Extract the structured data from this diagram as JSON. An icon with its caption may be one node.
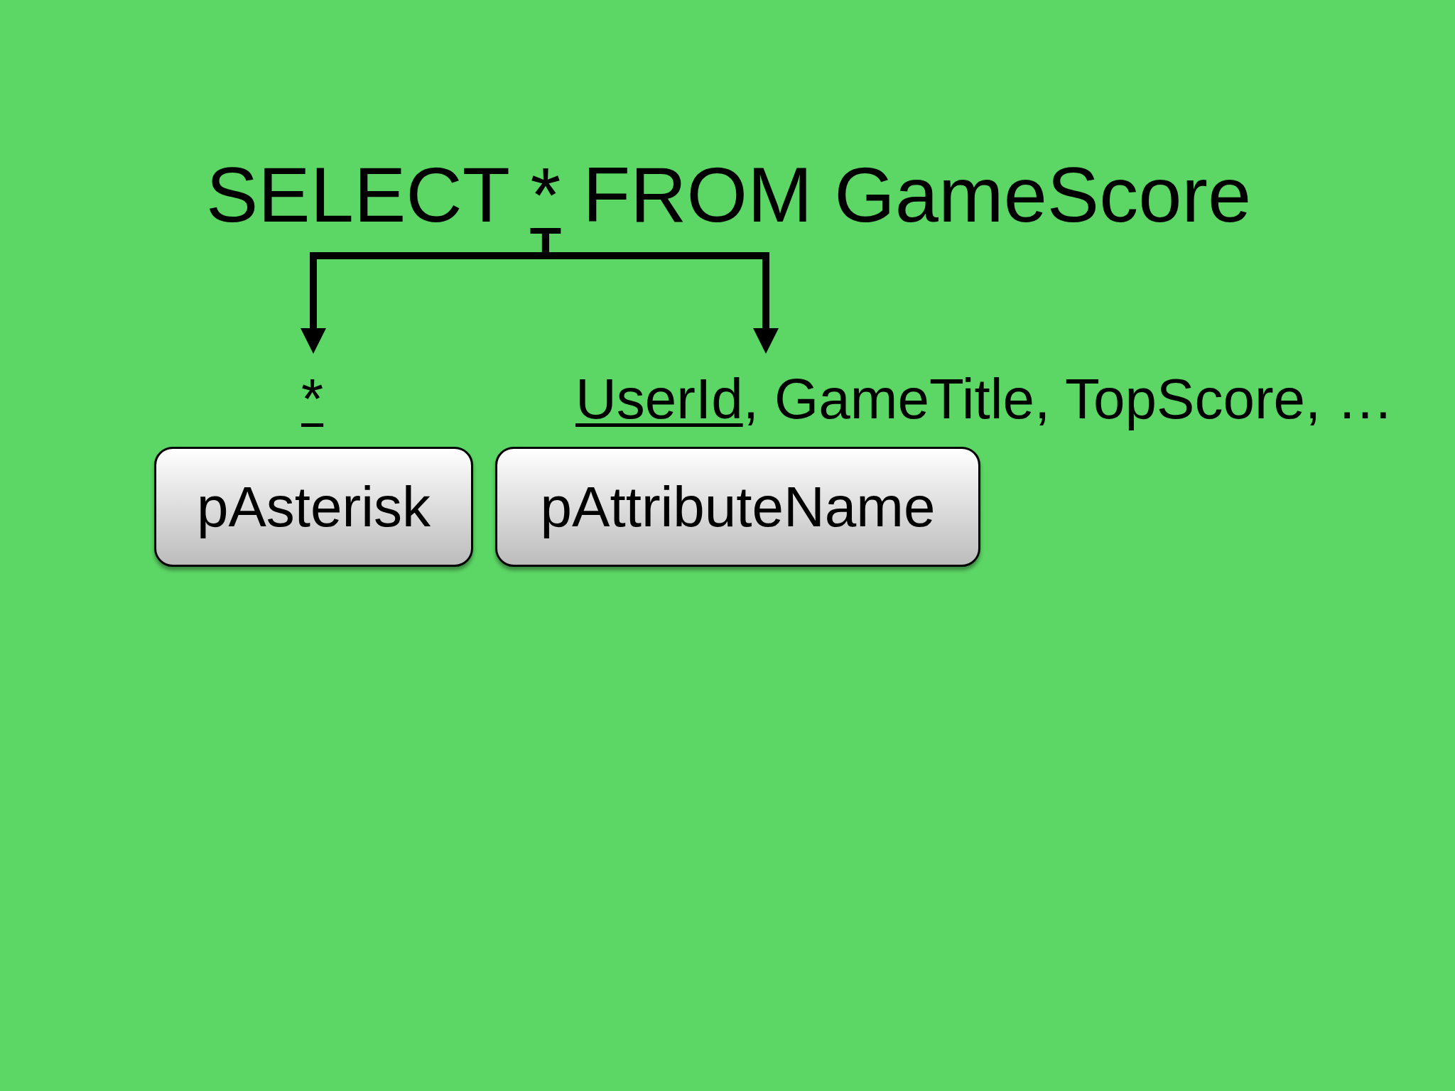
{
  "diagram": {
    "nodes": [
      {
        "text": [
          "SELECT * FROM GameScore"
        ]
      },
      {
        "text": [
          "*"
        ]
      },
      {
        "text": [
          "UserId, GameTitle, TopScore, …"
        ]
      },
      {
        "text": [
          "pAsterisk"
        ]
      },
      {
        "text": [
          "pAttributeName"
        ]
      }
    ],
    "edges": [
      {
        "from": 0,
        "to": 1,
        "arrow": "to"
      },
      {
        "from": 0,
        "to": 2,
        "arrow": "to"
      }
    ]
  }
}
